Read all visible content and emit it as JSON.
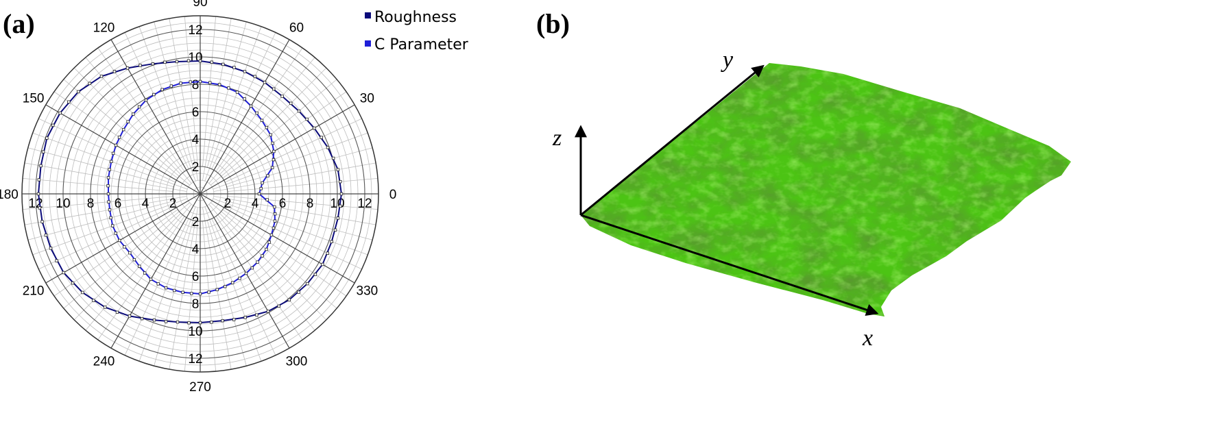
{
  "panels": {
    "a": {
      "label": "(a)"
    },
    "b": {
      "label": "(b)"
    }
  },
  "colors": {
    "roughness": "#0a0a7a",
    "c_parameter": "#1f1fd8",
    "surface_light": "#56d615",
    "surface_dark": "#2a6e0c"
  },
  "chart_data": {
    "type": "polar",
    "angle_unit": "degrees",
    "angle_ticks": [
      "0",
      "30",
      "60",
      "90",
      "120",
      "150",
      "180",
      "210",
      "240",
      "270",
      "300",
      "330"
    ],
    "radial_ticks": [
      "2",
      "4",
      "6",
      "8",
      "10",
      "12"
    ],
    "rlim": [
      0,
      13
    ],
    "grid": true,
    "legend_position": "top-right",
    "series": [
      {
        "name": "Roughness",
        "theta": [
          0,
          10,
          20,
          30,
          40,
          50,
          60,
          70,
          80,
          90,
          100,
          110,
          120,
          130,
          140,
          150,
          160,
          170,
          180,
          190,
          200,
          210,
          220,
          230,
          240,
          250,
          260,
          270,
          280,
          290,
          300,
          310,
          320,
          330,
          340,
          350
        ],
        "r": [
          10.3,
          10.2,
          9.9,
          9.6,
          9.4,
          9.3,
          9.4,
          9.5,
          9.6,
          9.7,
          9.8,
          10.1,
          10.6,
          11.2,
          11.6,
          11.8,
          11.9,
          11.8,
          11.8,
          11.7,
          11.6,
          11.5,
          11.2,
          10.8,
          10.3,
          9.8,
          9.5,
          9.4,
          9.4,
          9.6,
          9.9,
          10.1,
          10.2,
          10.3,
          10.2,
          10.2
        ]
      },
      {
        "name": "C Parameter",
        "theta": [
          0,
          10,
          20,
          30,
          40,
          50,
          60,
          70,
          80,
          90,
          100,
          110,
          120,
          130,
          140,
          150,
          160,
          170,
          180,
          190,
          200,
          210,
          220,
          230,
          240,
          250,
          260,
          270,
          280,
          290,
          300,
          310,
          320,
          330,
          340,
          350
        ],
        "r": [
          4.3,
          4.6,
          5.6,
          6.2,
          6.7,
          7.0,
          7.4,
          7.9,
          8.1,
          8.2,
          8.2,
          8.1,
          7.9,
          7.6,
          7.3,
          7.1,
          6.9,
          6.8,
          6.7,
          6.7,
          6.8,
          6.8,
          6.7,
          6.9,
          7.2,
          7.3,
          7.3,
          7.3,
          7.1,
          6.9,
          6.7,
          6.5,
          6.3,
          6.0,
          5.8,
          5.5
        ]
      }
    ]
  },
  "surface": {
    "axis_labels": {
      "x": "x",
      "y": "y",
      "z": "z"
    }
  }
}
